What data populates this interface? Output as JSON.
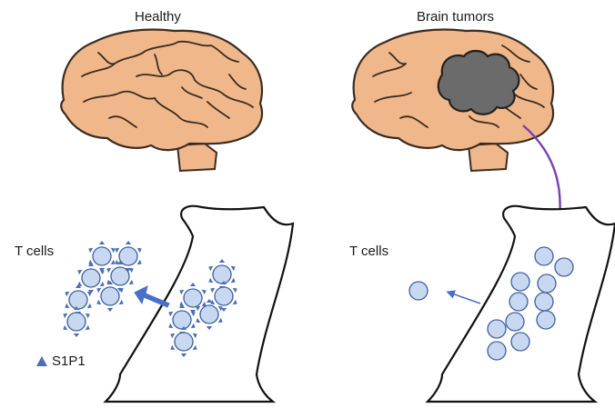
{
  "panels": {
    "left_title": "Healthy",
    "right_title": "Brain tumors"
  },
  "cells": {
    "left_label": "T cells",
    "right_label": "T cells"
  },
  "legend": {
    "label": "S1P1",
    "marker_color": "#4a6fb5"
  },
  "colors": {
    "brain_fill": "#f0b78a",
    "brain_stroke": "#3a2c22",
    "tumor_fill": "#6b6b6b",
    "cell_fill": "#c8d8f0",
    "cell_stroke": "#3f5f9e",
    "receptor": "#4a6fb5",
    "arrow_blue": "#4a6fc9",
    "arrow_purple": "#7a3fb0"
  }
}
